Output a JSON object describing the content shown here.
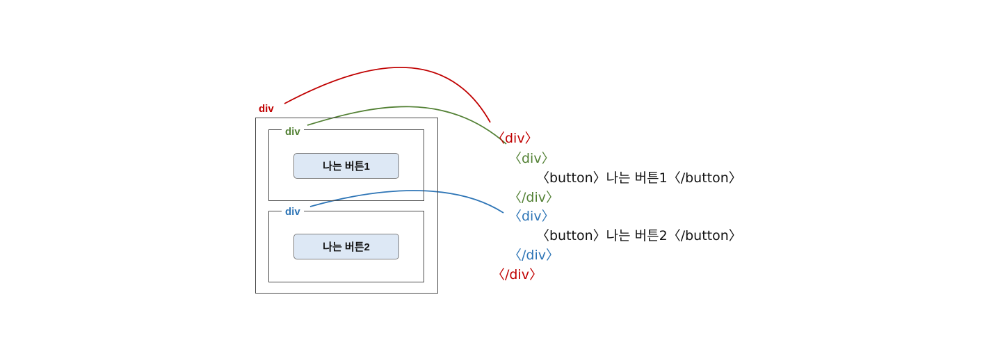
{
  "diagram": {
    "boxes": {
      "outer_label": "div",
      "inner_top_label": "div",
      "inner_bottom_label": "div"
    },
    "buttons": [
      {
        "label": "나는 버튼1"
      },
      {
        "label": "나는 버튼2"
      }
    ],
    "code_lines": [
      {
        "text": "〈div〉",
        "color": "red"
      },
      {
        "text": "〈div〉",
        "color": "green"
      },
      {
        "text": "〈button〉나는 버튼1〈/button〉",
        "color": "black"
      },
      {
        "text": "〈/div〉",
        "color": "green"
      },
      {
        "text": "〈div〉",
        "color": "blue"
      },
      {
        "text": "〈button〉나는 버튼2〈/button〉",
        "color": "black"
      },
      {
        "text": "〈/div〉",
        "color": "blue"
      },
      {
        "text": "〈/div〉",
        "color": "red"
      }
    ],
    "colors": {
      "red": "#c00000",
      "green": "#538135",
      "blue": "#2e75b6",
      "button_fill": "#dde8f5"
    }
  }
}
